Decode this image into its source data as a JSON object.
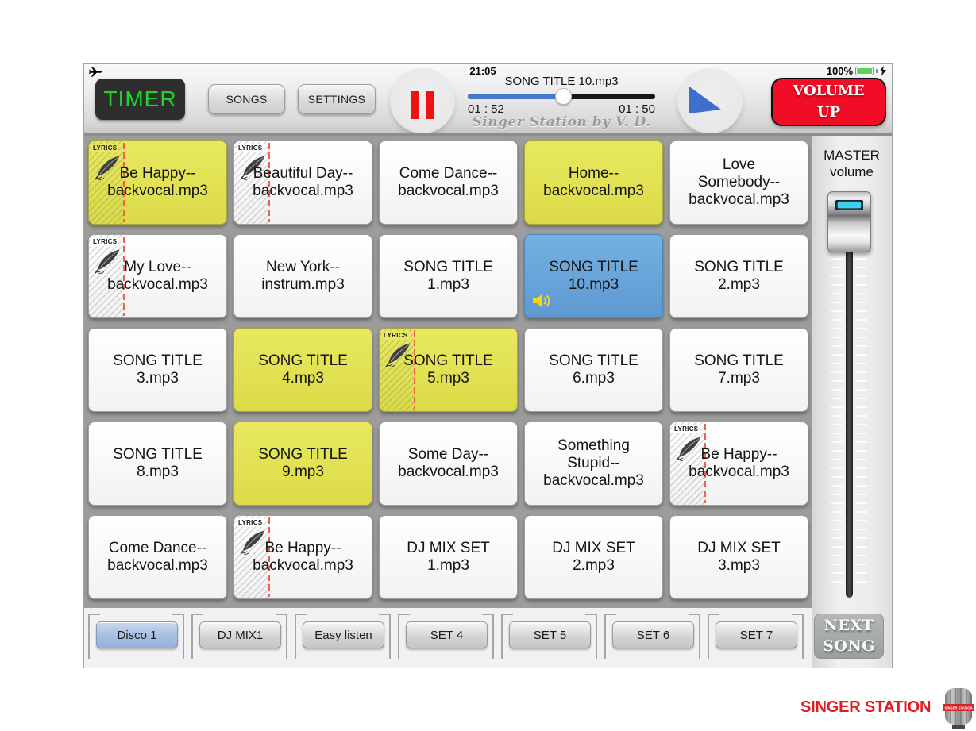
{
  "status": {
    "time": "21:05",
    "battery_pct": "100%"
  },
  "toolbar": {
    "timer_label": "TIMER",
    "songs_label": "SONGS",
    "settings_label": "SETTINGS",
    "volume_up_label": "VOLUME\nUP"
  },
  "player": {
    "song_title": "SONG TITLE 10.mp3",
    "elapsed": "01 : 52",
    "remaining": "01 : 50",
    "progress_pct": 51,
    "brand": "Singer Station by V. D.",
    "accent_blue": "#4479cc",
    "pause_red": "#ee1212"
  },
  "grid": {
    "lyrics_label": "LYRICS",
    "colors": {
      "yellow": "#e6e656",
      "blue": "#69aadc",
      "white": "#ffffff"
    },
    "tiles": [
      {
        "label": "Be Happy--​backvocal.mp3",
        "color": "yellow",
        "lyrics": true,
        "playing": false
      },
      {
        "label": "Beautiful Day--​backvocal.mp3",
        "color": "white",
        "lyrics": true,
        "playing": false
      },
      {
        "label": "Come Dance--​backvocal.mp3",
        "color": "white",
        "lyrics": false,
        "playing": false
      },
      {
        "label": "Home--​backvocal.mp3",
        "color": "yellow",
        "lyrics": false,
        "playing": false
      },
      {
        "label": "Love Somebody--​backvocal.mp3",
        "color": "white",
        "lyrics": false,
        "playing": false
      },
      {
        "label": "My Love--​backvocal.mp3",
        "color": "white",
        "lyrics": true,
        "playing": false
      },
      {
        "label": "New York--​instrum.mp3",
        "color": "white",
        "lyrics": false,
        "playing": false
      },
      {
        "label": "SONG TITLE 1.mp3",
        "color": "white",
        "lyrics": false,
        "playing": false
      },
      {
        "label": "SONG TITLE 10.mp3",
        "color": "blue",
        "lyrics": false,
        "playing": true
      },
      {
        "label": "SONG TITLE 2.mp3",
        "color": "white",
        "lyrics": false,
        "playing": false
      },
      {
        "label": "SONG TITLE 3.mp3",
        "color": "white",
        "lyrics": false,
        "playing": false
      },
      {
        "label": "SONG TITLE 4.mp3",
        "color": "yellow",
        "lyrics": false,
        "playing": false
      },
      {
        "label": "SONG TITLE 5.mp3",
        "color": "yellow",
        "lyrics": true,
        "playing": false
      },
      {
        "label": "SONG TITLE 6.mp3",
        "color": "white",
        "lyrics": false,
        "playing": false
      },
      {
        "label": "SONG TITLE 7.mp3",
        "color": "white",
        "lyrics": false,
        "playing": false
      },
      {
        "label": "SONG TITLE 8.mp3",
        "color": "white",
        "lyrics": false,
        "playing": false
      },
      {
        "label": "SONG TITLE 9.mp3",
        "color": "yellow",
        "lyrics": false,
        "playing": false
      },
      {
        "label": "Some Day--​backvocal.mp3",
        "color": "white",
        "lyrics": false,
        "playing": false
      },
      {
        "label": "Something Stupid--​backvocal.mp3",
        "color": "white",
        "lyrics": false,
        "playing": false
      },
      {
        "label": "Be Happy--​backvocal.mp3",
        "color": "white",
        "lyrics": true,
        "playing": false
      },
      {
        "label": "Come Dance--​backvocal.mp3",
        "color": "white",
        "lyrics": false,
        "playing": false
      },
      {
        "label": "Be Happy--​backvocal.mp3",
        "color": "white",
        "lyrics": true,
        "playing": false
      },
      {
        "label": "DJ MIX SET 1.mp3",
        "color": "white",
        "lyrics": false,
        "playing": false
      },
      {
        "label": "DJ MIX SET 2.mp3",
        "color": "white",
        "lyrics": false,
        "playing": false
      },
      {
        "label": "DJ MIX SET 3.mp3",
        "color": "white",
        "lyrics": false,
        "playing": false
      }
    ]
  },
  "sidebar": {
    "master_volume_label": "MASTER\nvolume"
  },
  "tabs": [
    {
      "label": "Disco 1",
      "selected": true
    },
    {
      "label": "DJ MIX1",
      "selected": false
    },
    {
      "label": "Easy listen",
      "selected": false
    },
    {
      "label": "SET 4",
      "selected": false
    },
    {
      "label": "SET 5",
      "selected": false
    },
    {
      "label": "SET 6",
      "selected": false
    },
    {
      "label": "SET 7",
      "selected": false
    }
  ],
  "next_song_label": "NEXT\nSONG",
  "logo": {
    "text": "SINGER STATION"
  }
}
